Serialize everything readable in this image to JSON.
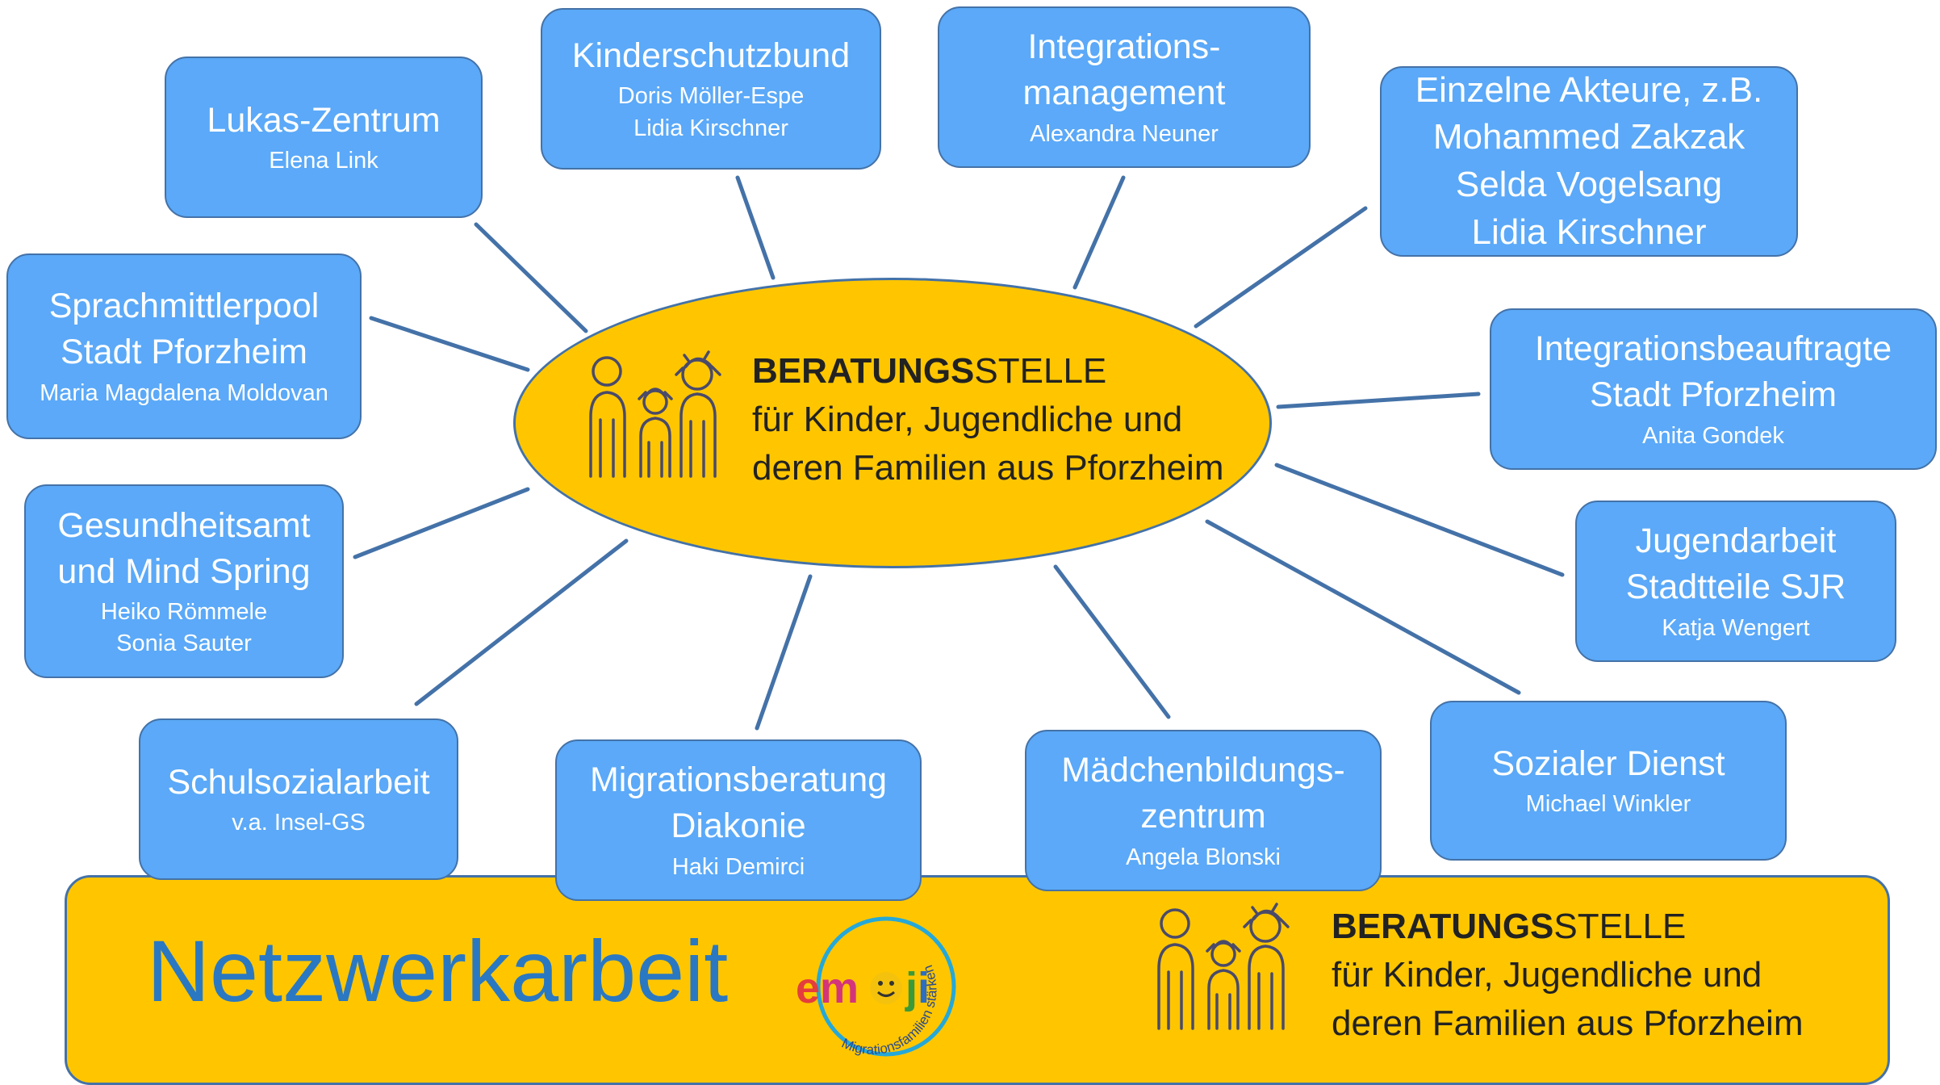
{
  "center": {
    "title_bold": "BERATUNGS",
    "title_rest": "STELLE",
    "line2": "für Kinder, Jugendliche und",
    "line3": "deren Familien aus Pforzheim"
  },
  "nodes": [
    {
      "title": "Lukas-Zentrum",
      "people": "Elena Link"
    },
    {
      "title": "Kinderschutzbund",
      "people": "Doris Möller-Espe\nLidia Kirschner"
    },
    {
      "title": "Integrations-\nmanagement",
      "people": "Alexandra Neuner"
    },
    {
      "title": "Einzelne Akteure, z.B.\nMohammed Zakzak\nSelda Vogelsang\nLidia Kirschner",
      "people": ""
    },
    {
      "title": "Sprachmittlerpool\nStadt Pforzheim",
      "people": "Maria Magdalena Moldovan"
    },
    {
      "title": "Integrationsbeauftragte\nStadt Pforzheim",
      "people": "Anita Gondek"
    },
    {
      "title": "Gesundheitsamt\nund Mind Spring",
      "people": "Heiko Römmele\nSonia Sauter"
    },
    {
      "title": "Jugendarbeit\nStadtteile SJR",
      "people": "Katja Wengert"
    },
    {
      "title": "Schulsozialarbeit",
      "people": "v.a. Insel-GS"
    },
    {
      "title": "Migrationsberatung\nDiakonie",
      "people": "Haki Demirci"
    },
    {
      "title": "Mädchenbildungs-\nzentrum",
      "people": "Angela Blonski"
    },
    {
      "title": "Sozialer Dienst",
      "people": "Michael Winkler"
    }
  ],
  "banner": {
    "heading": "Netzwerkarbeit",
    "logo": {
      "word_parts": [
        "em",
        "ji"
      ],
      "ring_text": "Migrationsfamilien stärken"
    },
    "title_bold": "BERATUNGS",
    "title_rest": "STELLE",
    "line2": "für Kinder, Jugendliche und",
    "line3": "deren Familien aus Pforzheim"
  },
  "colors": {
    "node_fill": "#5ba9f8",
    "node_border": "#4472a8",
    "center_fill": "#ffc600",
    "heading": "#2a78c2"
  }
}
